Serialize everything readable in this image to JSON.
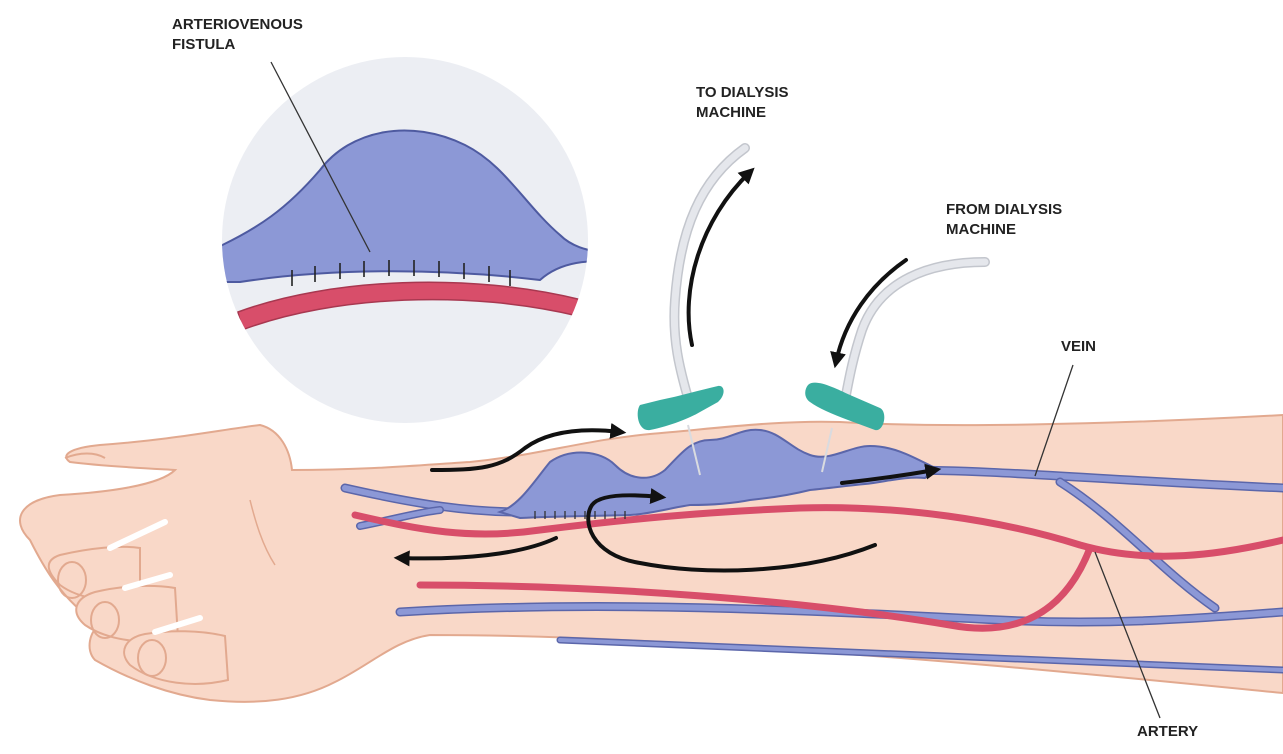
{
  "labels": {
    "fistula": [
      "ARTERIOVENOUS",
      "FISTULA"
    ],
    "to_machine": [
      "TO DIALYSIS",
      "MACHINE"
    ],
    "from_machine": [
      "FROM DIALYSIS",
      "MACHINE"
    ],
    "vein": "VEIN",
    "artery": "ARTERY"
  },
  "colors": {
    "skin": "#f9d8c8",
    "skin_outline": "#e2a98f",
    "vein": "#8c98d6",
    "vein_outline": "#5b66aa",
    "artery": "#d84e6a",
    "artery_outline": "#a83850",
    "needle_hub": "#3aaea0",
    "tube": "#e5e7ec",
    "tube_outline": "#c3c6cd",
    "arrow": "#111111",
    "inset_bg": "#eceef3",
    "leader_line": "#333333"
  }
}
